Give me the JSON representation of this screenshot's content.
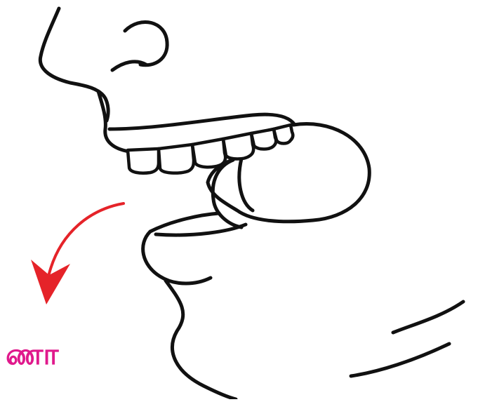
{
  "caption": {
    "text": "ணா",
    "color": "#e0198c"
  },
  "arrow": {
    "color": "#e52329",
    "direction": "down"
  },
  "illustration": {
    "subject": "mouth-side-view",
    "line_color": "#111111"
  }
}
